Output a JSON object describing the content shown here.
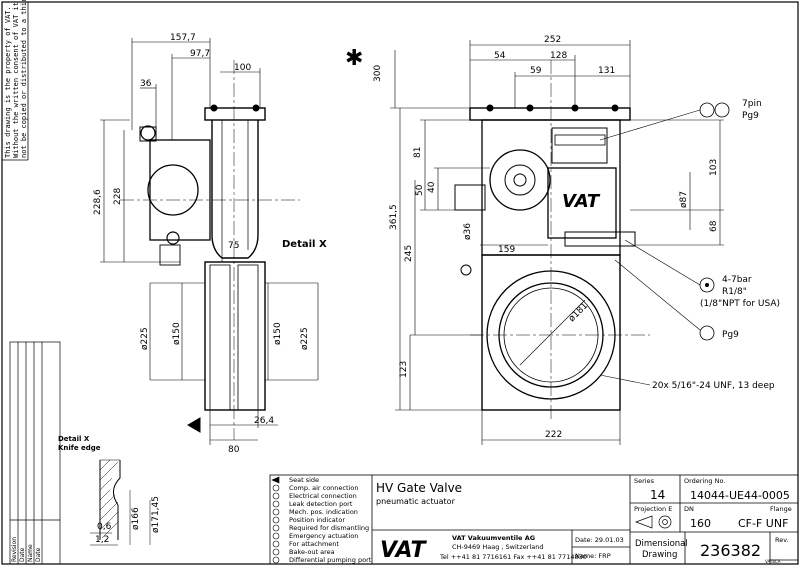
{
  "copyright": {
    "line1": "This drawing is the property of VAT.",
    "line2": "Without the written consent of VAT it must",
    "line3": "not be copied or distributed to a third person"
  },
  "left_view": {
    "dims": {
      "d157_7": "157,7",
      "d97_7": "97,7",
      "d100": "100",
      "d36": "36",
      "d228_6": "228,6",
      "d228": "228",
      "d75": "75",
      "d225": "ø225",
      "d150a": "ø150",
      "d150b": "ø150",
      "d225b": "ø225",
      "d26_4": "26,4",
      "d80": "80"
    },
    "detail_label": "Detail X"
  },
  "detail_x": {
    "title": "Detail X",
    "subtitle": "Knife edge",
    "d166": "ø166",
    "d171_45": "ø171,45",
    "d0_6": "0,6",
    "d1_2": "1,2"
  },
  "right_view": {
    "dims": {
      "d252": "252",
      "d54": "54",
      "d128": "128",
      "d59": "59",
      "d131": "131",
      "d300": "300",
      "d81": "81",
      "d50": "50",
      "d40": "40",
      "d361_5": "361,5",
      "d245": "245",
      "d36": "ø36",
      "d159": "159",
      "d103": "103",
      "d87": "ø87",
      "d68": "68",
      "d181": "ø181",
      "d123": "123",
      "d222": "222"
    },
    "asterisk": "✱",
    "brand": "VAT"
  },
  "callouts": {
    "c7pin": "7pin",
    "pg9a": "Pg9",
    "bar": "4-7bar",
    "r18": "R1/8\"",
    "npt": "(1/8\"NPT for USA)",
    "pg9b": "Pg9",
    "holes": "20x 5/16\"-24 UNF, 13 deep"
  },
  "legend": [
    "Seat side",
    "Comp. air connection",
    "Electrical connection",
    "Leak detection port",
    "Mech. pos. indication",
    "Position indicator",
    "Required for dismantling",
    "Emergency actuation",
    "For attachment",
    "Bake-out area",
    "Differential pumping port"
  ],
  "revision_labels": [
    "Revision",
    "Date",
    "Name",
    "Date"
  ],
  "title_block": {
    "title": "HV Gate Valve",
    "subtitle": "pneumatic actuator",
    "series_label": "Series",
    "series": "14",
    "ordering_label": "Ordering No.",
    "ordering": "14044-UE44-0005",
    "projection_label": "Projection E",
    "dn_label": "DN",
    "flange_label": "Flange",
    "dn": "160",
    "flange": "CF-F UNF",
    "company": "VAT Vakuumventile AG",
    "address": "CH-9469 Haag , Switzerland",
    "phone": "Tel ++41 81 7716161 Fax ++41 81 7714830",
    "date": "Date: 29.01.03",
    "name": "Name: FRP",
    "dim_drawing_1": "Dimensional",
    "dim_drawing_2": "Drawing",
    "drawing_no": "236382",
    "rev_label": "Rev.",
    "logo": "VAT",
    "footer": "VAT8CA"
  }
}
